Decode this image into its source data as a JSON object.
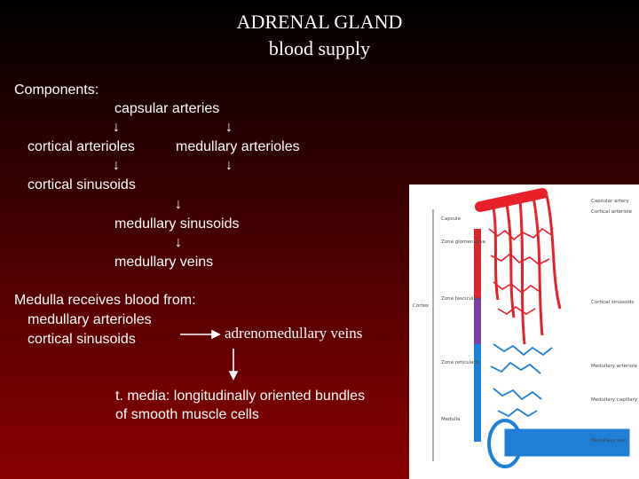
{
  "title": {
    "line1": "ADRENAL GLAND",
    "line2": "blood supply"
  },
  "components": {
    "heading": "Components:",
    "capsular": "capsular arteries",
    "cortical_arterioles": "cortical arterioles",
    "medullary_arterioles": "medullary arterioles",
    "cortical_sinusoids": "cortical sinusoids",
    "medullary_sinusoids": "medullary sinusoids",
    "medullary_veins": "medullary veins",
    "arrow": "↓"
  },
  "medulla": {
    "heading": "Medulla receives blood from:",
    "source1": "medullary arterioles",
    "source2": "cortical sinusoids",
    "target": "adrenomedullary veins",
    "note_line1": "t. media: longitudinally oriented bundles",
    "note_line2": "of smooth muscle cells"
  },
  "figure": {
    "labels_right": [
      "Capsular artery",
      "Cortical arteriole",
      "Cortical sinusoids",
      "Medullary arteriole",
      "Medullary capillary",
      "Medullary vein"
    ],
    "labels_left": [
      "Capsule",
      "Zona glomerulosa",
      "Zona fasciculata",
      "Zona reticularis",
      "Medulla"
    ],
    "cortex_label": "Cortex",
    "colors": {
      "artery": "#e8202a",
      "vein": "#1f7fd6",
      "cortex_bar_top": "#d9262c",
      "cortex_bar_mid": "#7a3fa6",
      "cortex_bar_low": "#1f7fd6"
    }
  }
}
